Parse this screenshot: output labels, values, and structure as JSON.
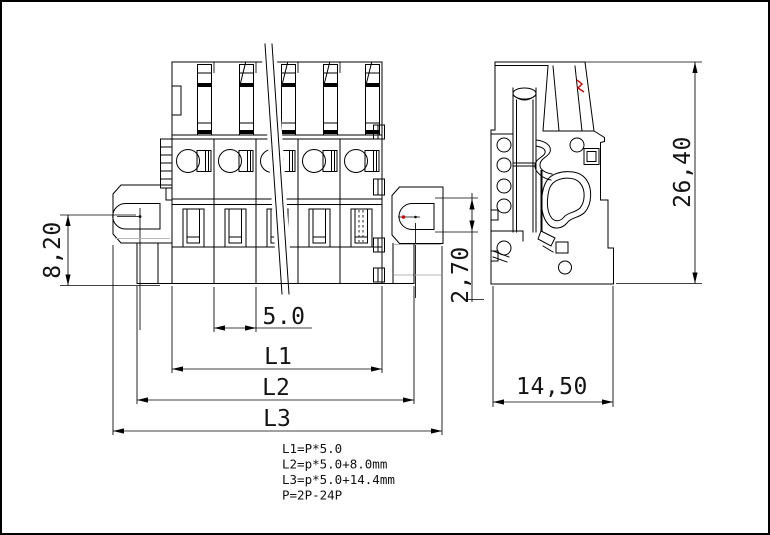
{
  "dimensions": {
    "front_height": "8,20",
    "pitch": "5.0",
    "l1_label": "L1",
    "l2_label": "L2",
    "l3_label": "L3",
    "flange_slot": "2,70",
    "side_height": "26,40",
    "side_depth": "14,50"
  },
  "notes": [
    "L1=P*5.0",
    "L2=p*5.0+8.0mm",
    "L3=p*5.0+14.4mm",
    "P=2P-24P"
  ],
  "colors": {
    "line": "#000000",
    "accent_red": "#d40000",
    "light_gray": "#b6b6b6",
    "background": "#ffffff"
  }
}
